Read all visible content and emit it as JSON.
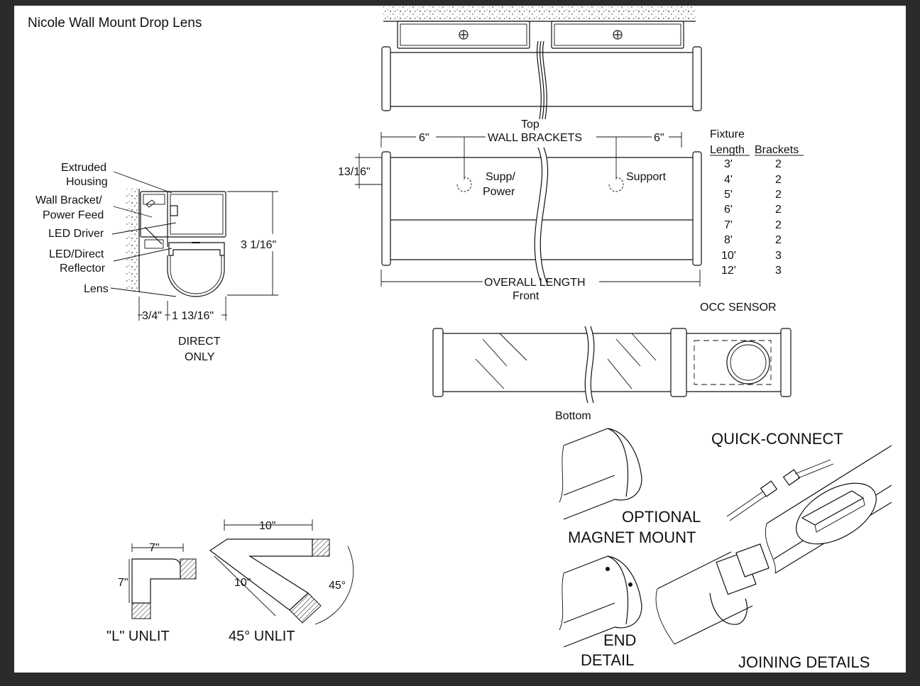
{
  "title": "Nicole Wall Mount Drop Lens",
  "top_view": {
    "label_top": "Top",
    "wall_brackets": "WALL BRACKETS",
    "dim_left": "6\"",
    "dim_right": "6\"",
    "side_dim": "13/16\"",
    "supp_power_1": "Supp/",
    "supp_power_2": "Power",
    "support": "Support",
    "overall_length": "OVERALL LENGTH",
    "label_front": "Front"
  },
  "bracket_table": {
    "header_top": "Fixture",
    "col_length": "Length",
    "col_brackets": "Brackets",
    "rows": [
      {
        "length": "3'",
        "brackets": "2"
      },
      {
        "length": "4'",
        "brackets": "2"
      },
      {
        "length": "5'",
        "brackets": "2"
      },
      {
        "length": "6'",
        "brackets": "2"
      },
      {
        "length": "7'",
        "brackets": "2"
      },
      {
        "length": "8'",
        "brackets": "2"
      },
      {
        "length": "10'",
        "brackets": "3"
      },
      {
        "length": "12'",
        "brackets": "3"
      }
    ]
  },
  "section": {
    "extruded_1": "Extruded",
    "extruded_2": "Housing",
    "wall_bracket_1": "Wall Bracket/",
    "wall_bracket_2": "Power Feed",
    "led_driver": "LED Driver",
    "led_direct_1": "LED/Direct",
    "led_direct_2": "Reflector",
    "lens": "Lens",
    "height": "3 1/16\"",
    "width_a": "3/4\"",
    "width_b": "1 13/16\"",
    "mode_1": "DIRECT",
    "mode_2": "ONLY"
  },
  "bottom_view": {
    "occ_sensor": "OCC SENSOR",
    "label_bottom": "Bottom"
  },
  "corners": {
    "l_dim_h": "7\"",
    "l_dim_v": "7\"",
    "l_label": "\"L\" UNLIT",
    "d45_dim_top": "10\"",
    "d45_dim_side": "10\"",
    "d45_angle": "45°",
    "d45_label": "45° UNLIT"
  },
  "details": {
    "quick_connect": "QUICK-CONNECT",
    "magnet_1": "OPTIONAL",
    "magnet_2": "MAGNET MOUNT",
    "end_1": "END",
    "end_2": "DETAIL",
    "joining": "JOINING DETAILS"
  }
}
